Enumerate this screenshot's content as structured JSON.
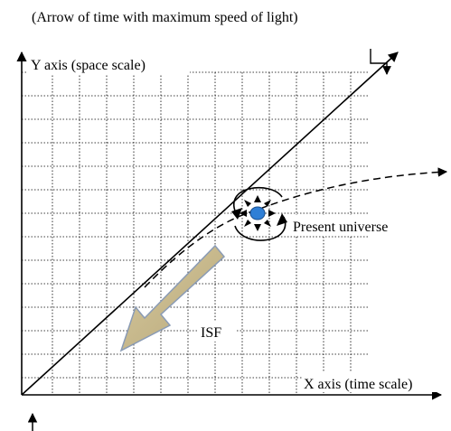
{
  "diagram": {
    "caption": "(Arrow of time with maximum speed of light)",
    "y_axis_label": "Y axis (space scale)",
    "x_axis_label": "X axis (time scale)",
    "node_label": "Present universe",
    "isf_label": "ISF"
  },
  "colors": {
    "ink": "#000000",
    "grid": "#000000",
    "node_fill": "#2f7fd6",
    "isf_arrow": "#c8b88a",
    "isf_arrow_edge": "#8a9bb5"
  }
}
